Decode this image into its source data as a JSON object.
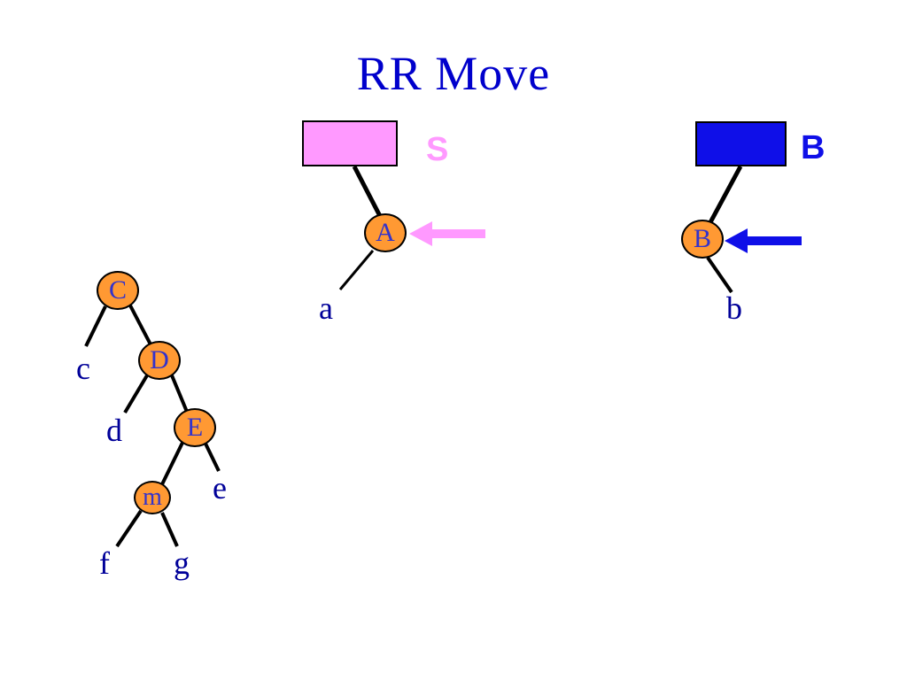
{
  "slide": {
    "title": "RR Move",
    "background_color": "#FFFFFF",
    "title_color": "#0000CC"
  },
  "pink_subtree": {
    "box_label": "S",
    "box_color": "#FF99FF",
    "arrow_color": "#FF99FF",
    "root_node": "A",
    "child_leaf": "a"
  },
  "blue_subtree": {
    "box_label": "B",
    "box_color": "#0F0FE8",
    "arrow_color": "#0F0FE8",
    "root_node": "B",
    "child_leaf": "b"
  },
  "main_tree": {
    "node_fill": "#FF9933",
    "node_text_color": "#3333CC",
    "leaf_text_color": "#000099",
    "root": "C",
    "node_d": "D",
    "node_e": "E",
    "node_m": "m",
    "leaf_c": "c",
    "leaf_d": "d",
    "leaf_e": "e",
    "leaf_f": "f",
    "leaf_g": "g"
  }
}
